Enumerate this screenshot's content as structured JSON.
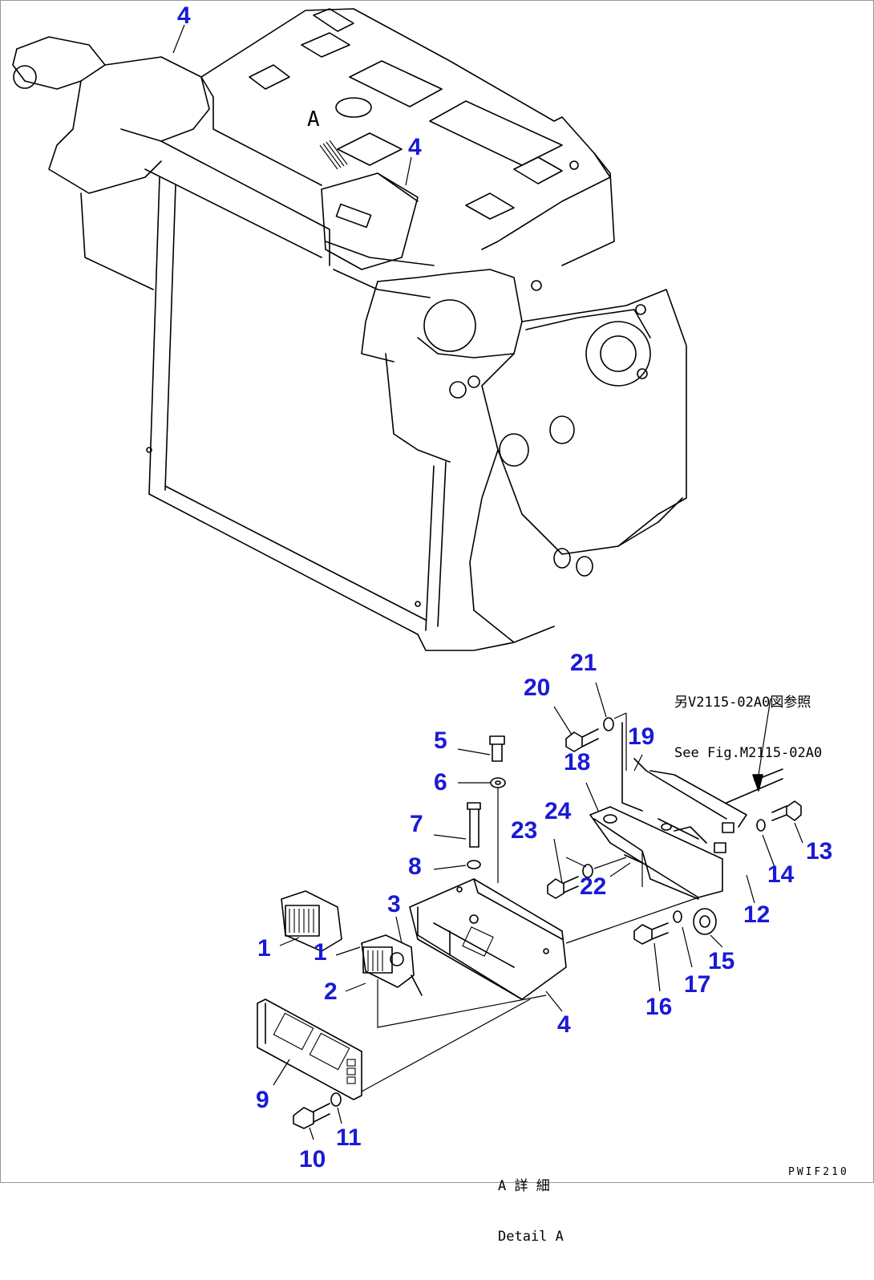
{
  "callouts": {
    "c1a": "1",
    "c1b": "1",
    "c2": "2",
    "c3": "3",
    "c4a": "4",
    "c4b": "4",
    "c4c": "4",
    "c5": "5",
    "c6": "6",
    "c7": "7",
    "c8": "8",
    "c9": "9",
    "c10": "10",
    "c11": "11",
    "c12": "12",
    "c13": "13",
    "c14": "14",
    "c15": "15",
    "c16": "16",
    "c17": "17",
    "c18": "18",
    "c19": "19",
    "c20": "20",
    "c21": "21",
    "c22": "22",
    "c23": "23",
    "c24": "24"
  },
  "reference_note": {
    "line_jp": "另V2115-02A0図参照",
    "line_en": "See Fig.M2115-02A0"
  },
  "view_marker": "A",
  "detail_caption": {
    "line_jp": "A 詳 細",
    "line_en": "Detail A"
  },
  "drawing_code": "PWIF210"
}
